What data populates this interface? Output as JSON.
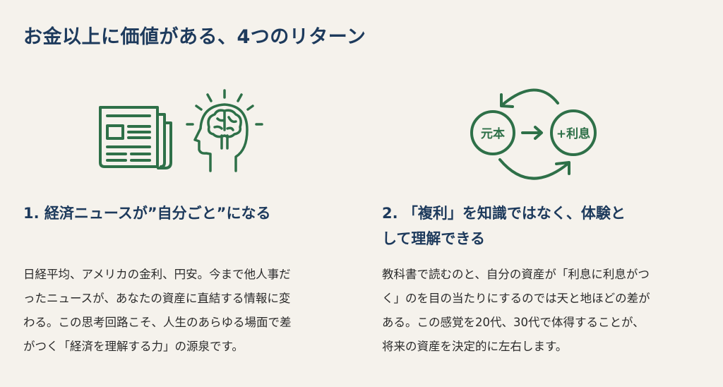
{
  "title": "お金以上に価値がある、4つのリターン",
  "colors": {
    "accent": "#2e7048",
    "heading": "#1d3a5c",
    "background": "#f5f2ec"
  },
  "sections": [
    {
      "icons": [
        "newspaper-icon",
        "brain-head-icon"
      ],
      "heading_lines": [
        "1. 経済ニュースが”自分ごと”になる"
      ],
      "body_lines": [
        "日経平均、アメリカの金利、円安。今まで他人事だ",
        "ったニュースが、あなたの資産に直結する情報に変",
        "わる。この思考回路こそ、人生のあらゆる場面で差",
        "がつく「経済を理解する力」の源泉です。"
      ]
    },
    {
      "icons": [
        "compound-cycle-icon"
      ],
      "diagram": {
        "principal": "元本",
        "interest": "+利息"
      },
      "heading_lines": [
        "2. 「複利」を知識ではなく、体験と",
        "して理解できる"
      ],
      "body_lines": [
        "教科書で読むのと、自分の資産が「利息に利息がつ",
        "く」のを目の当たりにするのでは天と地ほどの差が",
        "ある。この感覚を20代、30代で体得することが、",
        "将来の資産を決定的に左右します。"
      ]
    }
  ]
}
